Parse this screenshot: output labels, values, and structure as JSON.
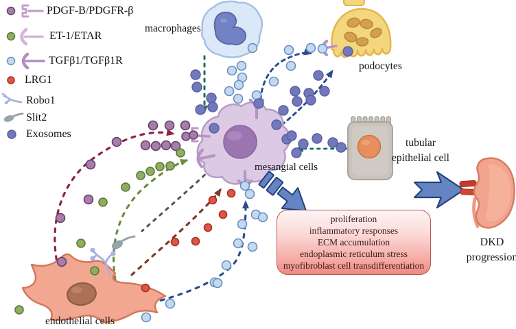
{
  "figure": {
    "legend": {
      "items": [
        {
          "id": "pdgf",
          "label": "PDGF-B/PDGFR-β",
          "dot_color": "#a87cab"
        },
        {
          "id": "et1",
          "label": "ET-1/ETAR",
          "dot_color": "#8fae62"
        },
        {
          "id": "tgfb1",
          "label": "TGFβ1/TGFβ1R",
          "dot_color": "#c3d9f0"
        },
        {
          "id": "lrg1",
          "label": "LRG1",
          "dot_color": "#e05545"
        },
        {
          "id": "robo1",
          "label": "Robo1",
          "icon_color": "#a8b2dc"
        },
        {
          "id": "slit2",
          "label": "Slit2",
          "icon_color": "#98a4ac"
        },
        {
          "id": "exosomes",
          "label": "Exosomes",
          "dot_color": "#7178bc"
        }
      ]
    },
    "cells": {
      "macrophages": {
        "label": "macrophages"
      },
      "podocytes": {
        "label": "podocytes"
      },
      "mesangial": {
        "label": "mesangial cells"
      },
      "tubular": {
        "label_line1": "tubular",
        "label_line2": "epithelial cell"
      },
      "endothelial": {
        "label": "endothelial cells"
      }
    },
    "effects_box": {
      "lines": [
        "proliferation",
        "inflammatory responses",
        "ECM accumulation",
        "endoplasmic reticulum stress",
        "myofibroblast cell transdifferentiation"
      ]
    },
    "outcome": {
      "label_line1": "DKD",
      "label_line2": "progression"
    },
    "colors": {
      "pdgf_dot": "#a87cab",
      "et1_dot": "#8fae62",
      "tgfb1_dot": "#c3d9f0",
      "lrg1_dot": "#e05545",
      "exosome_dot": "#7178bc",
      "signal_maroon": "#8e2144",
      "signal_green": "#6e8c3e",
      "signal_brown": "#7e3b28",
      "signal_navy": "#2a4d8f",
      "signal_teal": "#1c6b62",
      "big_arrow_blue": "#6484c4",
      "box_red": "#ee8a82",
      "macrophage_fill": "#dbe8f7",
      "podocyte_fill": "#f4d67c",
      "mesangial_fill": "#dcc9e4",
      "tubular_fill": "#cac3bd",
      "endothelial_fill": "#f2a890",
      "kidney_fill": "#f2a48e"
    }
  }
}
